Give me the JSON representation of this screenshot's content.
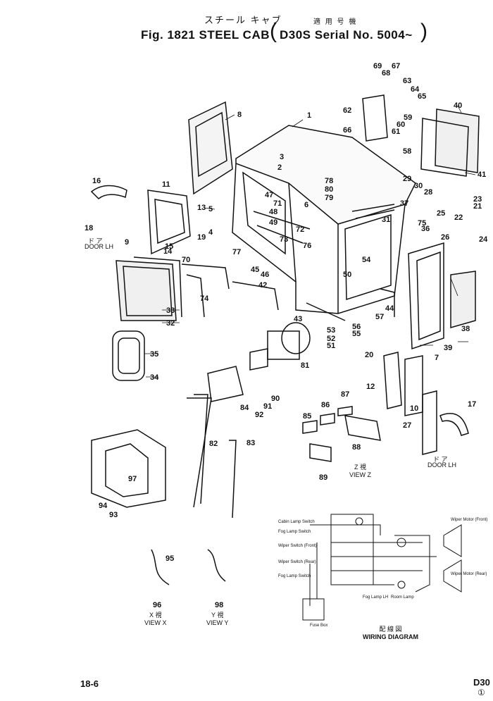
{
  "header": {
    "japanese_title": "スチール キャブ",
    "title": "Fig. 1821  STEEL CAB",
    "applicable_japanese": "適 用 号 機",
    "serial": "D30S  Serial No. 5004~"
  },
  "side_labels": {
    "door_lh_left_jp": "ド ア",
    "door_lh_left": "DOOR  LH",
    "door_lh_right_jp": "ド ア",
    "door_lh_right": "DOOR  LH"
  },
  "views": {
    "view_z_jp": "Z  視",
    "view_z": "VIEW  Z",
    "view_x_jp": "X    視",
    "view_x": "VIEW  X",
    "view_y_jp": "Y    視",
    "view_y": "VIEW  Y"
  },
  "wiring": {
    "title_jp": "配 線 図",
    "title": "WIRING  DIAGRAM",
    "labels": [
      "Cabin Lamp Switch",
      "Fog Lamp Switch",
      "Wiper Switch (Front)",
      "Wiper Switch (Rear)",
      "Fog Lamp Switch",
      "Fuse Box",
      "Fog Lamp LH",
      "Room Lamp",
      "Wiper Motor (Front)",
      "Wiper Motor (Rear)"
    ]
  },
  "footer": {
    "page": "18-6",
    "model": "D30",
    "mark": "①"
  },
  "part_numbers": [
    "1",
    "2",
    "3",
    "4",
    "5",
    "6",
    "7",
    "8",
    "9",
    "10",
    "11",
    "12",
    "13",
    "14",
    "15",
    "16",
    "17",
    "18",
    "19",
    "20",
    "21",
    "22",
    "23",
    "24",
    "25",
    "26",
    "27",
    "28",
    "29",
    "30",
    "31",
    "32",
    "33",
    "34",
    "35",
    "36",
    "37",
    "38",
    "39",
    "40",
    "41",
    "42",
    "43",
    "44",
    "45",
    "46",
    "47",
    "48",
    "49",
    "50",
    "51",
    "52",
    "53",
    "54",
    "55",
    "56",
    "57",
    "58",
    "59",
    "60",
    "61",
    "62",
    "63",
    "64",
    "65",
    "66",
    "67",
    "68",
    "69",
    "70",
    "71",
    "72",
    "73",
    "74",
    "75",
    "76",
    "77",
    "78",
    "79",
    "80",
    "81",
    "82",
    "83",
    "84",
    "85",
    "86",
    "87",
    "88",
    "89",
    "90",
    "91",
    "92",
    "93",
    "94",
    "95",
    "96",
    "97",
    "98"
  ]
}
